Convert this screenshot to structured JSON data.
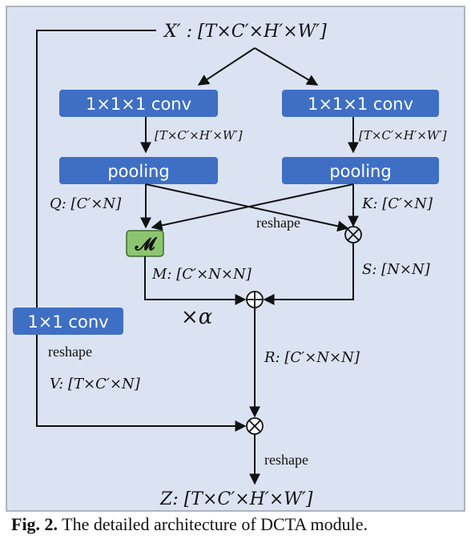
{
  "nodes": {
    "x_prime": "X′ : [T×C′×H′×W′]",
    "conv_left": "1×1×1 conv",
    "conv_right": "1×1×1 conv",
    "dim_left": "[T×C′×H′×W′]",
    "dim_right": "[T×C′×H′×W′]",
    "pool_left": "pooling",
    "pool_right": "pooling",
    "q": "Q: [C′×N]",
    "k": "K: [C′×N]",
    "reshape_cross": "reshape",
    "m_op": "𝓜",
    "m": "M: [C′×N×N]",
    "s": "S: [N×N]",
    "alpha": "×α",
    "conv_v": "1×1 conv",
    "reshape_v": "reshape",
    "v": "V: [T×C′×N]",
    "r": "R: [C′×N×N]",
    "reshape_out": "reshape",
    "z": "Z: [T×C′×H′×W′]"
  },
  "caption": {
    "label": "Fig. 2.",
    "text": "The detailed architecture of DCTA module."
  },
  "colors": {
    "background": "#dbe3f3",
    "box": "#3f6fc4",
    "m_box": "#8cc56f"
  }
}
